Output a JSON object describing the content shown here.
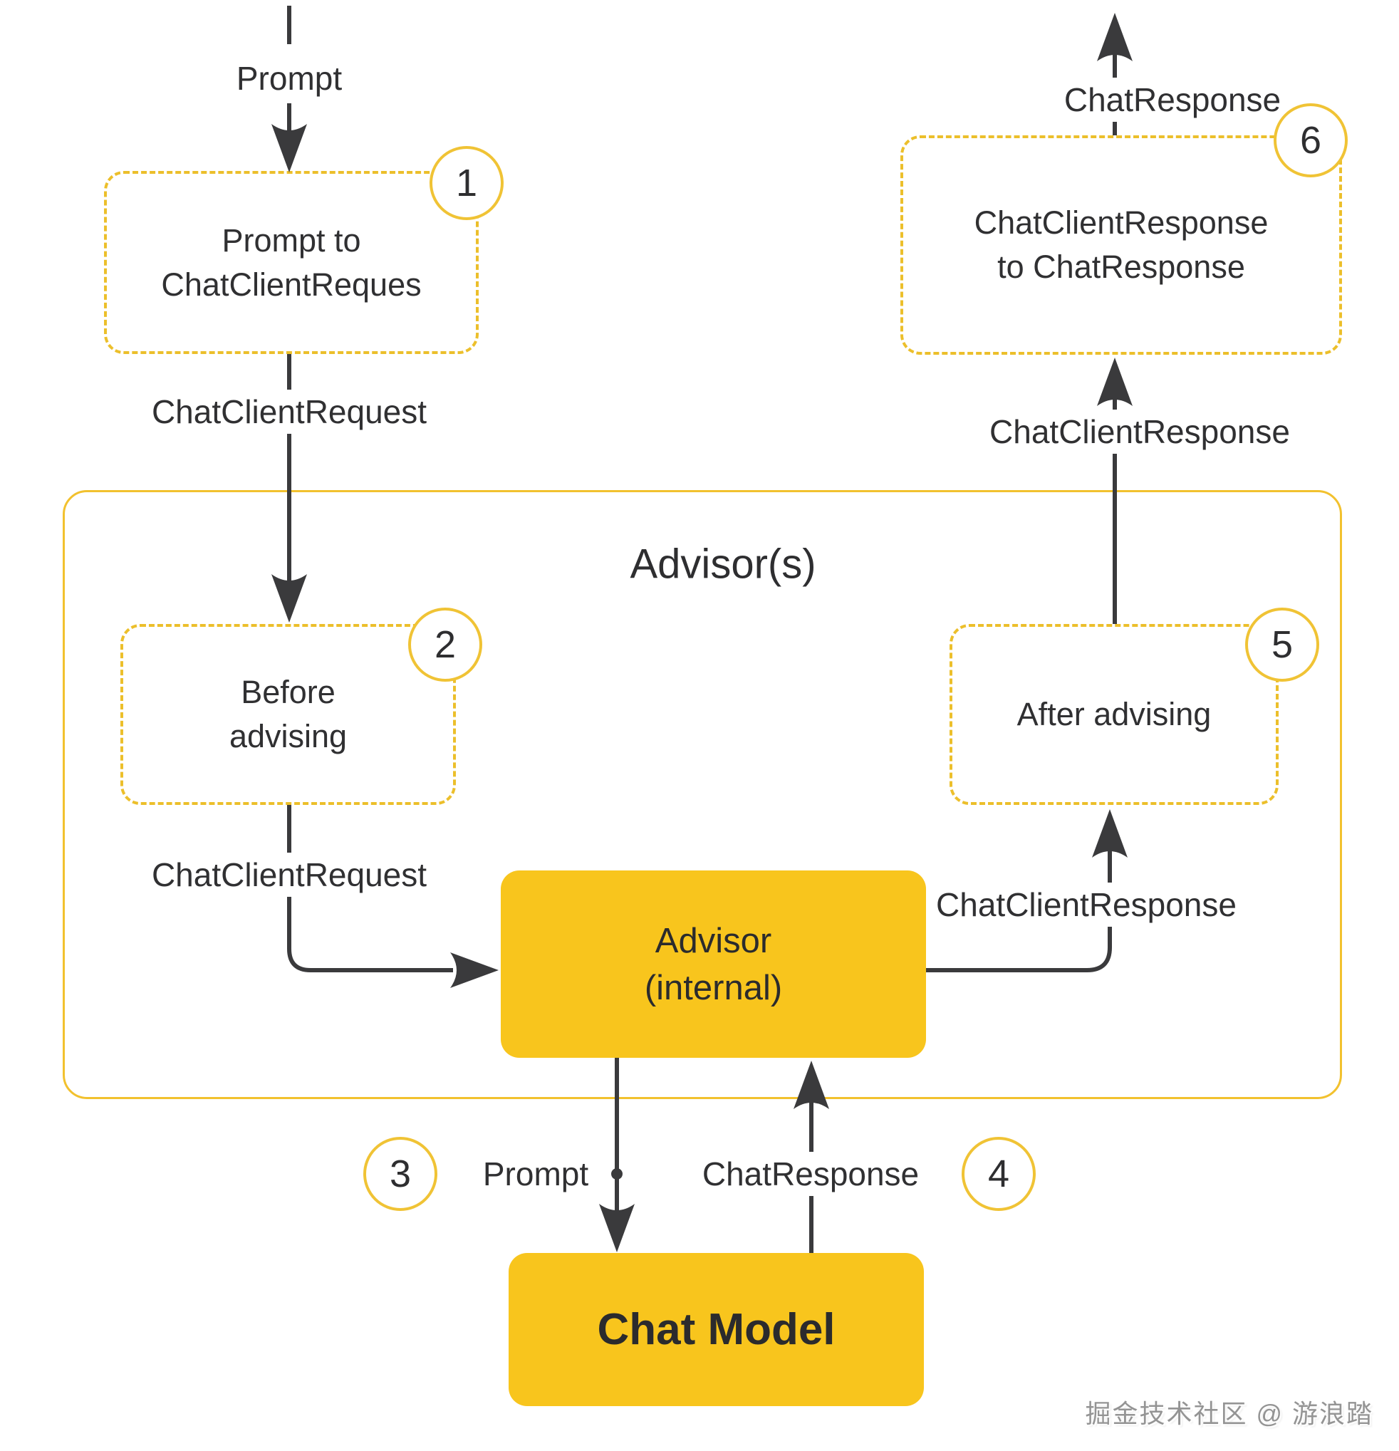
{
  "diagram": {
    "container_title": "Advisor(s)",
    "colors": {
      "node_fill": "#f8c51d",
      "dashed_border": "#ecbf2b",
      "container_border": "#f2c12e",
      "connector": "#3a3a3c",
      "text": "#2e2e30",
      "watermark": "#949494"
    }
  },
  "steps": {
    "s1": {
      "num": "1",
      "line1": "Prompt to",
      "line2": "ChatClientReques"
    },
    "s2": {
      "num": "2",
      "line1": "Before",
      "line2": "advising"
    },
    "s3": {
      "num": "3"
    },
    "s4": {
      "num": "4"
    },
    "s5": {
      "num": "5",
      "line1": "After advising"
    },
    "s6": {
      "num": "6",
      "line1": "ChatClientResponse",
      "line2": "to ChatResponse"
    }
  },
  "nodes": {
    "advisor_internal": {
      "line1": "Advisor",
      "line2": "(internal)"
    },
    "chat_model": {
      "label": "Chat Model"
    }
  },
  "flow_labels": {
    "prompt_in": "Prompt",
    "chat_client_request_outer": "ChatClientRequest",
    "chat_client_request_inner": "ChatClientRequest",
    "prompt_to_model": "Prompt",
    "chat_response_from_model": "ChatResponse",
    "chat_client_response_inner": "ChatClientResponse",
    "chat_client_response_outer": "ChatClientResponse",
    "chat_response_out": "ChatResponse"
  },
  "watermark": "掘金技术社区 @ 游浪踏"
}
